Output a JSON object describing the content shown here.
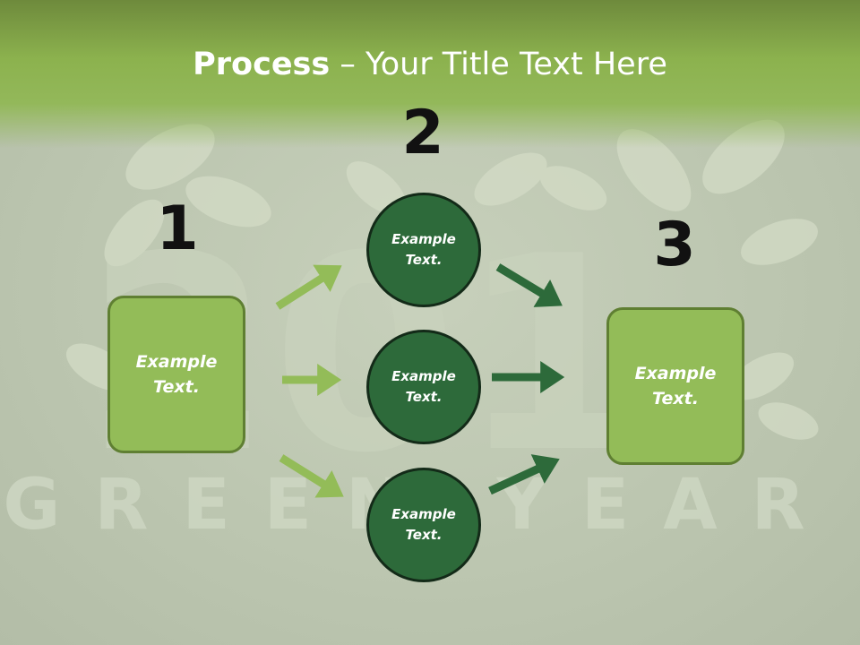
{
  "title": {
    "bold": "Process",
    "rest": " – Your Title Text Here"
  },
  "steps": {
    "one": "1",
    "two": "2",
    "three": "3"
  },
  "boxes": {
    "left": "Example\nText.",
    "right": "Example\nText."
  },
  "circles": {
    "top": "Example\nText.",
    "middle": "Example\nText.",
    "bottom": "Example\nText."
  },
  "background_text": {
    "word": "GREEN YEAR"
  },
  "colors": {
    "light_green_arrow": "#93bc58",
    "dark_green_arrow": "#2d6a3a",
    "box_fill": "#93bc58",
    "circle_fill": "#2d6a3a",
    "header": "#8cb24e"
  }
}
